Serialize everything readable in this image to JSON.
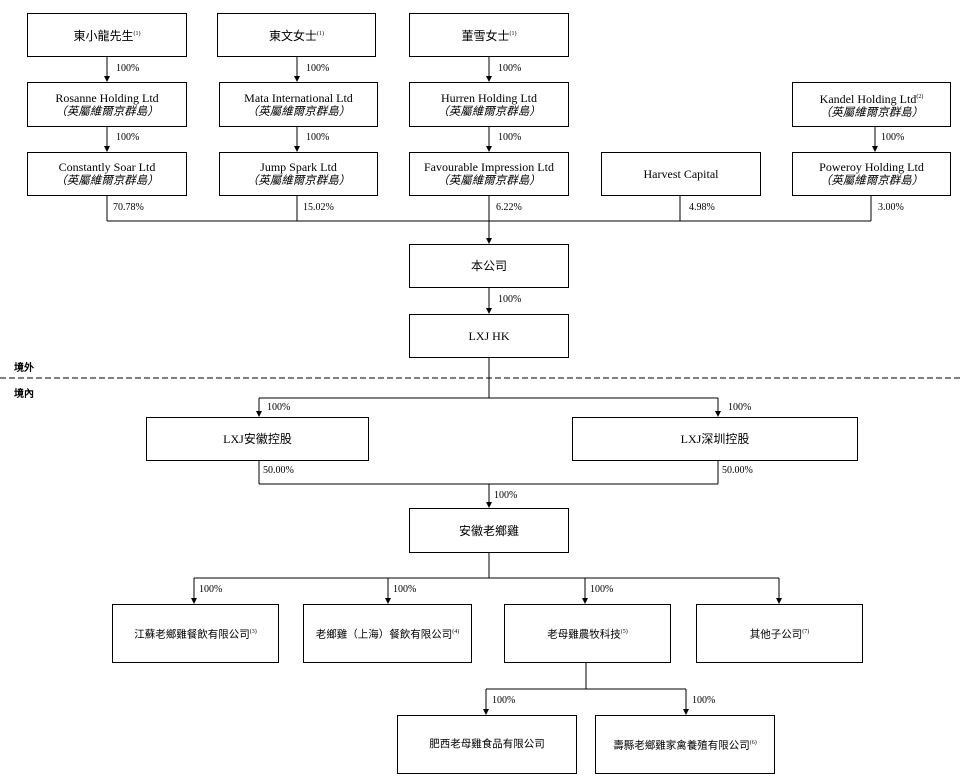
{
  "shareholders": [
    {
      "name": "東小龍先生",
      "note": "(1)"
    },
    {
      "name": "東文女士",
      "note": "(1)"
    },
    {
      "name": "董雪女士",
      "note": "(1)"
    }
  ],
  "holdcos": [
    {
      "name": "Rosanne Holding Ltd",
      "sub": "（英屬維爾京群島）"
    },
    {
      "name": "Mata International Ltd",
      "sub": "（英屬維爾京群島）"
    },
    {
      "name": "Hurren Holding Ltd",
      "sub": "（英屬維爾京群島）"
    },
    {
      "name": "Kandel Holding Ltd",
      "note": "(2)",
      "sub": "（英屬維爾京群島）"
    }
  ],
  "direct_holders": [
    {
      "name": "Constantly Soar Ltd",
      "sub": "（英屬維爾京群島）",
      "pct": "70.78%"
    },
    {
      "name": "Jump Spark Ltd",
      "sub": "（英屬維爾京群島）",
      "pct": "15.02%"
    },
    {
      "name": "Favourable Impression Ltd",
      "sub": "（英屬維爾京群島）",
      "pct": "6.22%"
    },
    {
      "name": "Harvest Capital",
      "pct": "4.98%"
    },
    {
      "name": "Poweroy Holding Ltd",
      "sub": "（英屬維爾京群島）",
      "pct": "3.00%"
    }
  ],
  "pct_100": "100%",
  "company": "本公司",
  "lxj_hk": "LXJ HK",
  "offshore_label": "境外",
  "onshore_label": "境內",
  "lxj_anhui": "LXJ安徽控股",
  "lxj_shenzhen": "LXJ深圳控股",
  "jv_pct": "50.00%",
  "anhui_lxj": "安徽老鄉雞",
  "subsidiaries": [
    {
      "name": "江蘇老鄉雞餐飲有限公司",
      "note": "(3)"
    },
    {
      "name": "老鄉雞（上海）餐飲有限公司",
      "note": "(4)"
    },
    {
      "name": "老母雞農牧科技",
      "note": "(5)"
    },
    {
      "name": "其他子公司",
      "note": "(7)"
    }
  ],
  "grand_subsidiaries": [
    {
      "name": "肥西老母雞食品有限公司",
      "note": ""
    },
    {
      "name": "壽縣老鄉雞家禽養殖有限公司",
      "note": "(6)"
    }
  ]
}
